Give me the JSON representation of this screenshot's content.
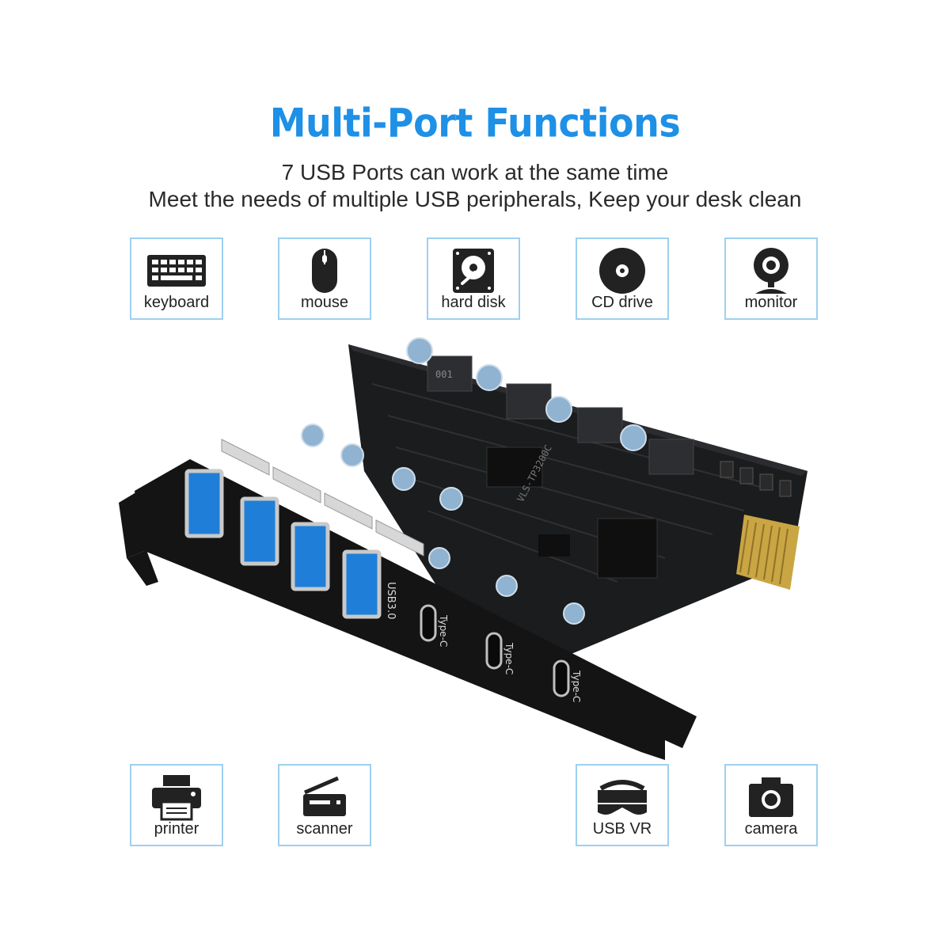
{
  "header": {
    "title": "Multi-Port Functions",
    "subtitle_line1": "7 USB Ports can work at the same time",
    "subtitle_line2": "Meet the needs of multiple USB peripherals, Keep your desk clean"
  },
  "devices_top": [
    {
      "label": "keyboard",
      "icon": "keyboard-icon"
    },
    {
      "label": "mouse",
      "icon": "mouse-icon"
    },
    {
      "label": "hard disk",
      "icon": "hard-disk-icon"
    },
    {
      "label": "CD drive",
      "icon": "cd-drive-icon"
    },
    {
      "label": "monitor",
      "icon": "webcam-icon"
    }
  ],
  "devices_bottom": [
    {
      "label": "printer",
      "icon": "printer-icon"
    },
    {
      "label": "scanner",
      "icon": "scanner-icon"
    },
    {
      "label": "USB VR",
      "icon": "vr-headset-icon"
    },
    {
      "label": "camera",
      "icon": "camera-icon"
    }
  ],
  "card": {
    "chip_label": "VLS-TP3200C",
    "usb_port_label": "USB3.0",
    "typec_label": "Type-C",
    "component_mark": "001",
    "colors": {
      "accent": "#1e90e6",
      "box_border": "#9fd0f0",
      "usb_blue": "#1f7fd8"
    }
  }
}
